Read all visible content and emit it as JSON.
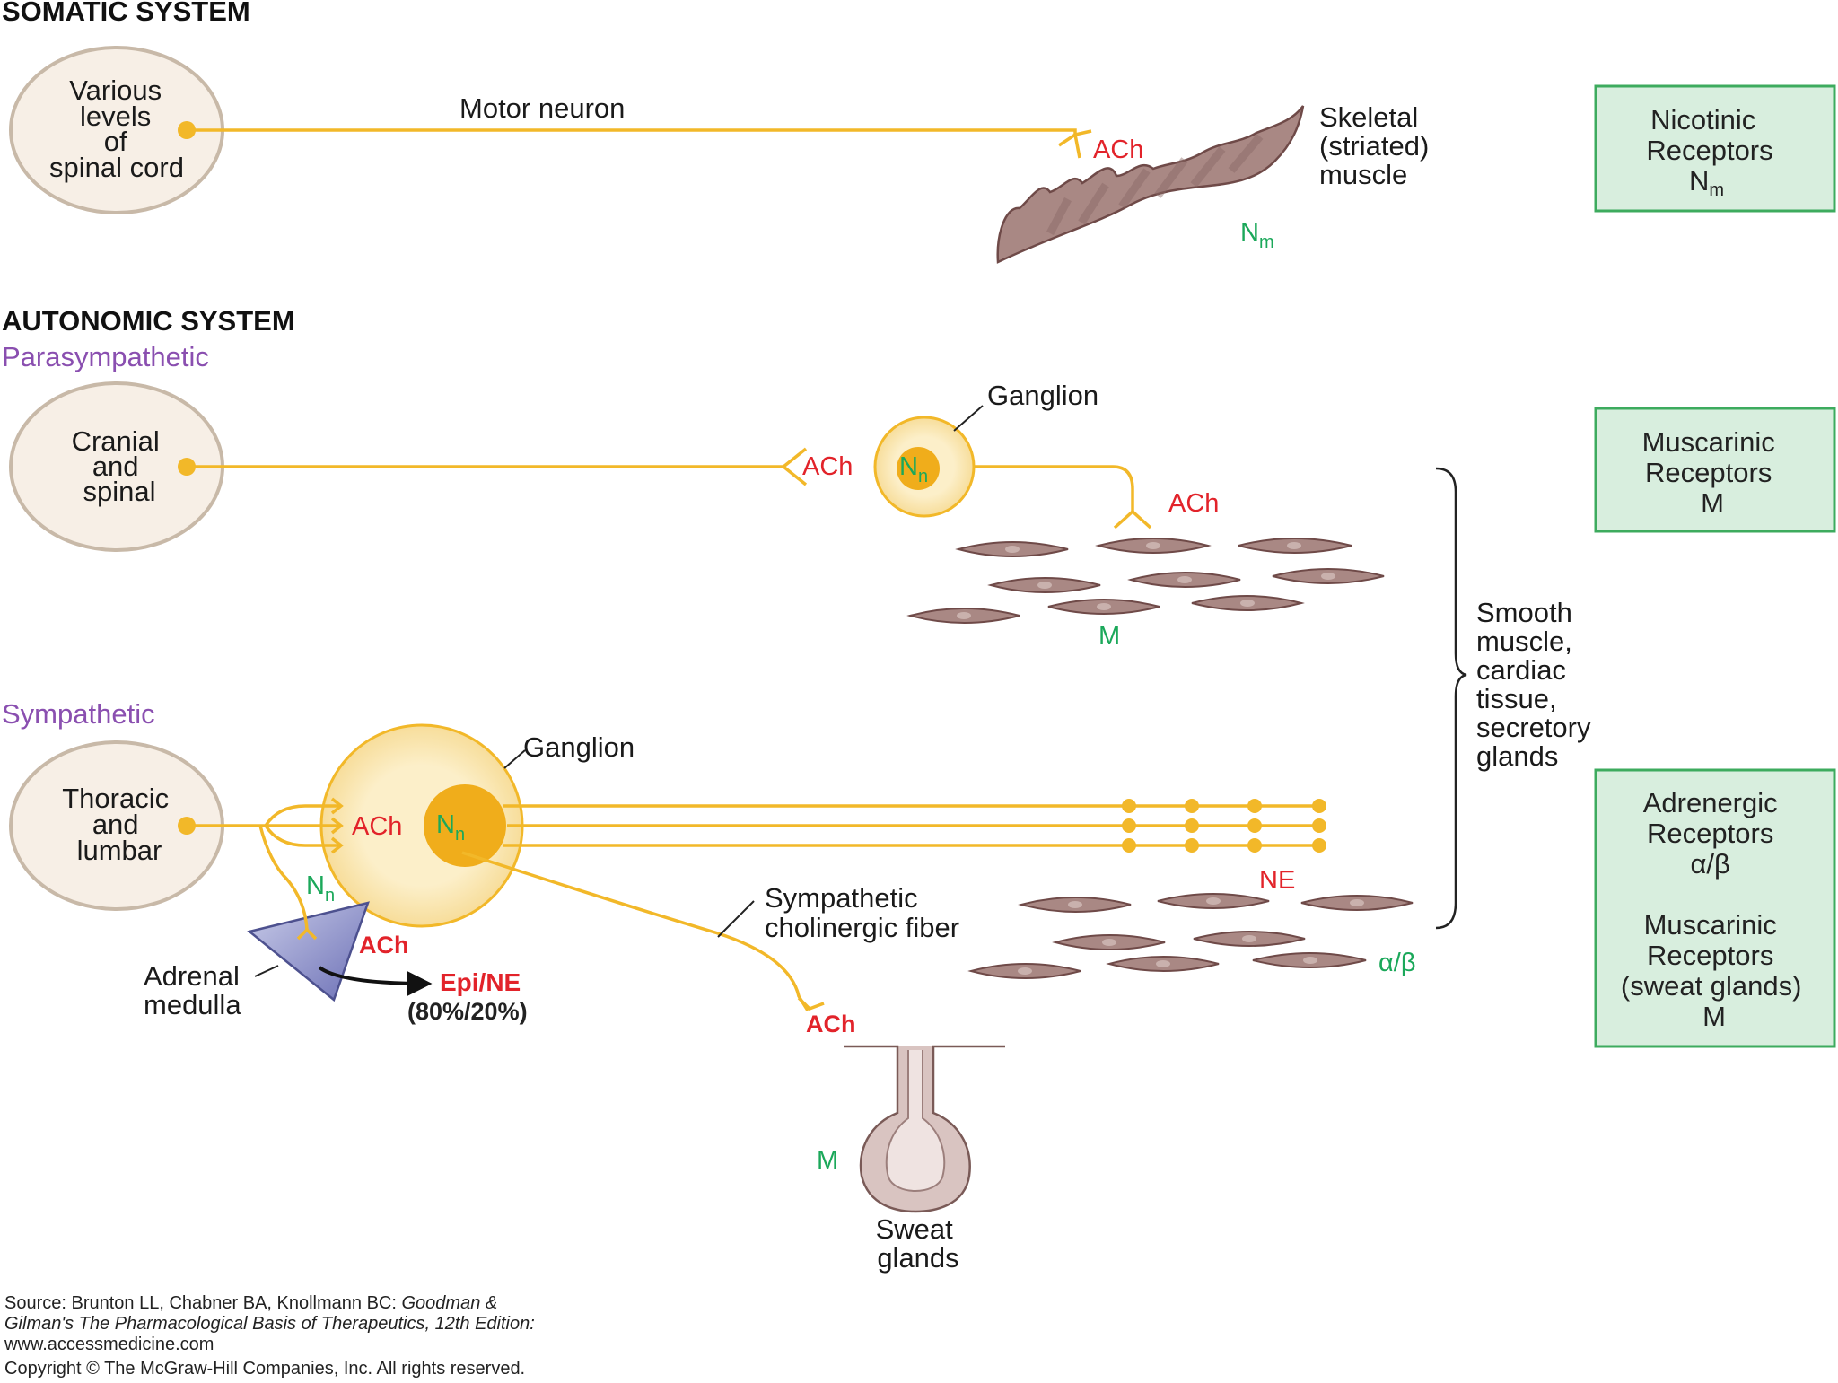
{
  "somatic": {
    "title": "SOMATIC SYSTEM",
    "origin_lines": [
      "Various",
      "levels",
      "of",
      "spinal cord"
    ],
    "neuron_label": "Motor neuron",
    "transmitter": "ACh",
    "target_lines": [
      "Skeletal",
      "(striated)",
      "muscle"
    ],
    "receptor": "N",
    "receptor_sub": "m"
  },
  "autonomic": {
    "title": "AUTONOMIC SYSTEM",
    "parasympathetic": {
      "title": "Parasympathetic",
      "origin_lines": [
        "Cranial",
        "and",
        "spinal"
      ],
      "ganglion_label": "Ganglion",
      "pre_transmitter": "ACh",
      "ganglion_receptor": "N",
      "ganglion_receptor_sub": "n",
      "post_transmitter": "ACh",
      "target_receptor": "M"
    },
    "sympathetic": {
      "title": "Sympathetic",
      "origin_lines": [
        "Thoracic",
        "and",
        "lumbar"
      ],
      "ganglion_label": "Ganglion",
      "pre_transmitter": "ACh",
      "ganglion_receptor": "N",
      "ganglion_receptor_sub": "n",
      "adrenal_receptor": "N",
      "adrenal_receptor_sub": "n",
      "adrenal_transmitter": "ACh",
      "adrenal_label_lines": [
        "Adrenal",
        "medulla"
      ],
      "adrenal_output": "Epi/NE",
      "adrenal_ratio": "(80%/20%)",
      "post_transmitter": "NE",
      "target_receptor": "α/β",
      "cholinergic_label_lines": [
        "Sympathetic",
        "cholinergic fiber"
      ],
      "cholinergic_transmitter": "ACh",
      "gland_receptor": "M",
      "gland_label_lines": [
        "Sweat",
        "glands"
      ]
    },
    "targets_label_lines": [
      "Smooth",
      "muscle,",
      "cardiac",
      "tissue,",
      "secretory",
      "glands"
    ]
  },
  "receptor_boxes": [
    {
      "lines": [
        "Nicotinic",
        "Receptors"
      ],
      "symbol": "N",
      "symbol_sub": "m"
    },
    {
      "lines": [
        "Muscarinic",
        "Receptors",
        "M"
      ]
    },
    {
      "lines": [
        "Adrenergic",
        "Receptors",
        "α/β",
        "",
        "Muscarinic",
        "Receptors",
        "(sweat glands)",
        "M"
      ]
    }
  ],
  "source": {
    "line1_plain": "Source: Brunton LL, Chabner BA, Knollmann BC: ",
    "line1_italic": "Goodman &",
    "line2_italic": "Gilman's The Pharmacological Basis of Therapeutics, 12th Edition:",
    "line3": "www.accessmedicine.com",
    "copyright": "Copyright © The McGraw-Hill Companies, Inc. All rights reserved."
  },
  "colors": {
    "axon": "#f2b829",
    "transmitter": "#e2232a",
    "receptor": "#1ba85a",
    "subtitle": "#8a4fb0",
    "box_fill": "#d8eede",
    "box_border": "#3dab5e",
    "cell": "#a98884",
    "origin_fill": "#f7efe6"
  }
}
